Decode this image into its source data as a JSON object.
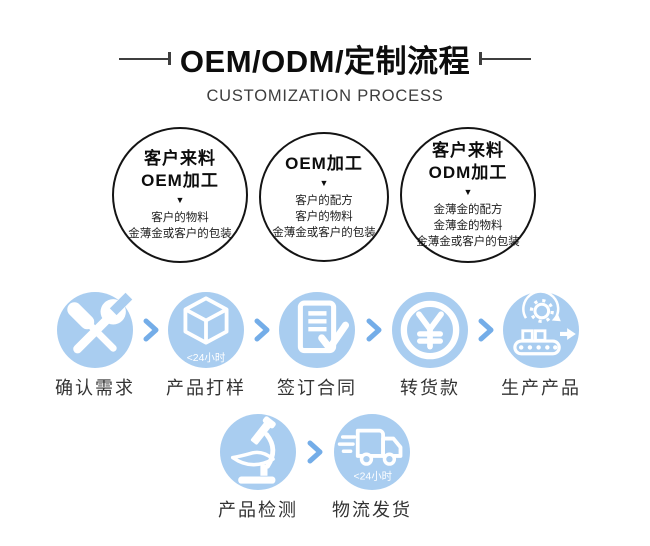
{
  "header": {
    "title": "OEM/ODM/定制流程",
    "subtitle": "CUSTOMIZATION PROCESS"
  },
  "glyphs": {
    "arrow_down": "▼"
  },
  "colors": {
    "step_circle_blue": "#a9cdf0",
    "chevron_blue": "#74ade8",
    "icon_white": "#ffffff",
    "outline_black": "#141414",
    "label_gray": "#333333",
    "title_black": "#0d0d0d"
  },
  "option_circles": [
    {
      "title_lines": [
        "客户来料",
        "OEM加工"
      ],
      "detail_lines": [
        "客户的物料",
        "金薄金或客户的包装"
      ]
    },
    {
      "title_lines": [
        "OEM加工"
      ],
      "detail_lines": [
        "客户的配方",
        "客户的物料",
        "金薄金或客户的包装"
      ]
    },
    {
      "title_lines": [
        "客户来料",
        "ODM加工"
      ],
      "detail_lines": [
        "金薄金的配方",
        "金薄金的物料",
        "金薄金或客户的包装"
      ]
    }
  ],
  "process_row1": [
    {
      "label": "确认需求",
      "icon": "tools-icon",
      "badge": ""
    },
    {
      "label": "产品打样",
      "icon": "cube-icon",
      "badge": "<24小时"
    },
    {
      "label": "签订合同",
      "icon": "contract-icon",
      "badge": ""
    },
    {
      "label": "转货款",
      "icon": "yuan-coin-icon",
      "badge": ""
    },
    {
      "label": "生产产品",
      "icon": "production-line-icon",
      "badge": ""
    }
  ],
  "process_row2": [
    {
      "label": "产品检测",
      "icon": "microscope-icon",
      "badge": ""
    },
    {
      "label": "物流发货",
      "icon": "truck-icon",
      "badge": "<24小时"
    }
  ]
}
